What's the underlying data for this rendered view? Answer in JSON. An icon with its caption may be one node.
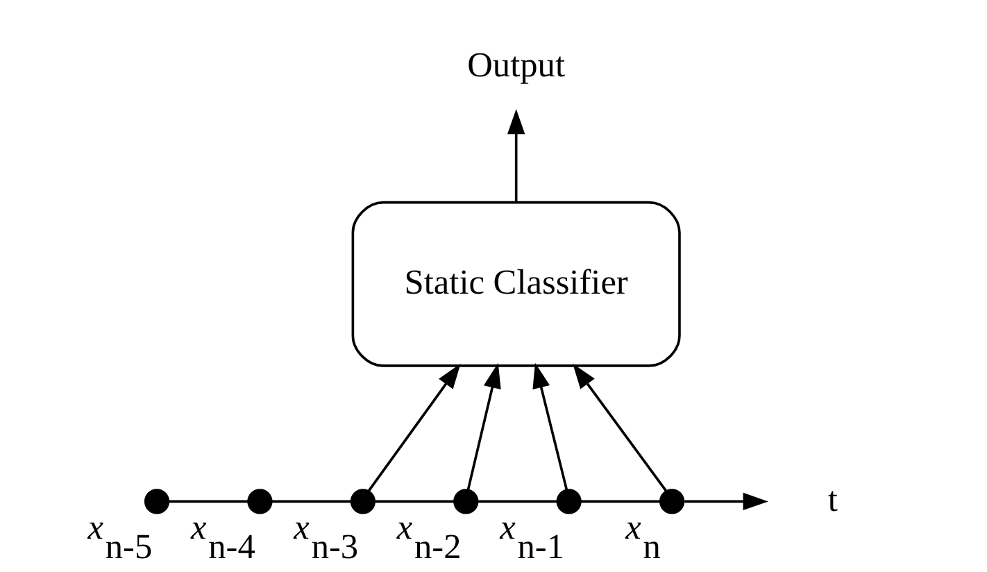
{
  "diagram": {
    "nodes": [
      {
        "text": [
          "Output"
        ]
      },
      {
        "text": [
          "Static Classifier"
        ]
      },
      {
        "text": [],
        "shape": "circle",
        "beside": [
          "x$_{n-5}$"
        ]
      },
      {
        "text": [],
        "shape": "circle",
        "beside": [
          "x$_{n-4}$"
        ]
      },
      {
        "text": [],
        "shape": "circle",
        "beside": [
          "x$_{n-3}$"
        ]
      },
      {
        "text": [],
        "shape": "circle",
        "beside": [
          "x$_{n-2}$"
        ]
      },
      {
        "text": [],
        "shape": "circle",
        "beside": [
          "x$_{n-1}$"
        ]
      },
      {
        "text": [],
        "shape": "circle",
        "beside": [
          "x$_{n}$"
        ]
      },
      {
        "text": [
          "t"
        ]
      }
    ],
    "edges": [
      {
        "from": 1,
        "to": 0,
        "arrow": "to"
      },
      {
        "from": 4,
        "to": 1,
        "arrow": "to"
      },
      {
        "from": 5,
        "to": 1,
        "arrow": "to"
      },
      {
        "from": 6,
        "to": 1,
        "arrow": "to"
      },
      {
        "from": 7,
        "to": 1,
        "arrow": "to"
      },
      {
        "from": 2,
        "to": 3,
        "arrow": "none"
      },
      {
        "from": 3,
        "to": 4,
        "arrow": "none"
      },
      {
        "from": 4,
        "to": 5,
        "arrow": "none"
      },
      {
        "from": 5,
        "to": 6,
        "arrow": "none"
      },
      {
        "from": 6,
        "to": 7,
        "arrow": "none"
      },
      {
        "from": 7,
        "to": 8,
        "arrow": "to"
      }
    ]
  }
}
